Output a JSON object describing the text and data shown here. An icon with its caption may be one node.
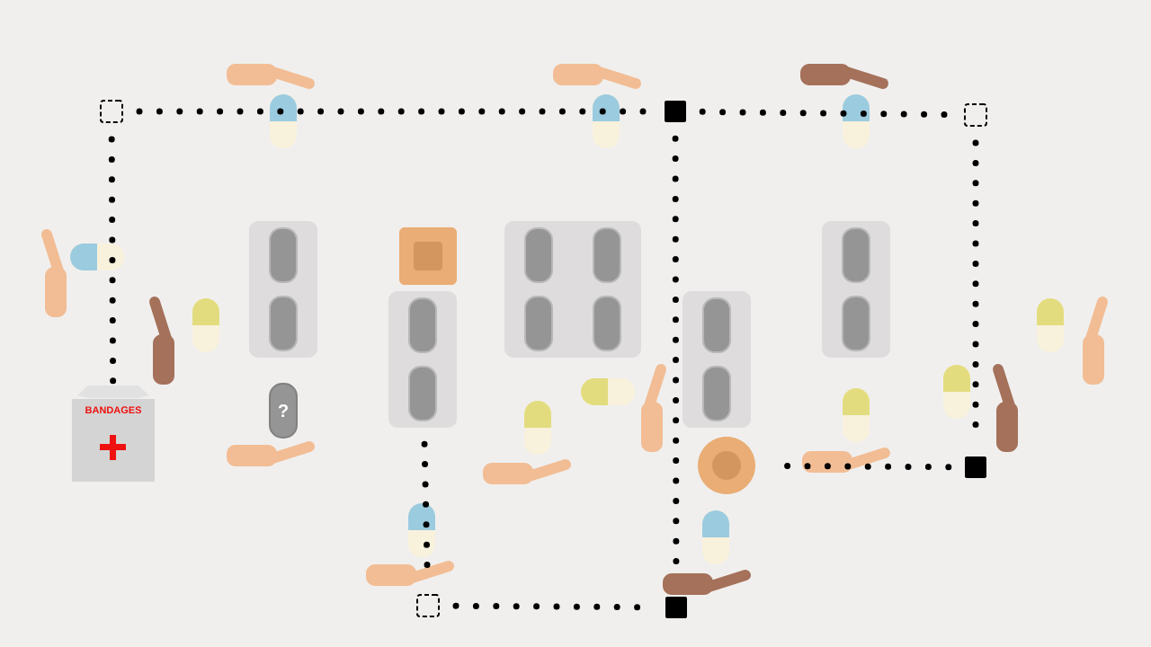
{
  "diagram": {
    "nodes": [
      {
        "text": [],
        "shape": "box"
      },
      {
        "text": [],
        "shape": "box"
      },
      {
        "text": [],
        "shape": "box"
      },
      {
        "text": [
          "BANDAGES"
        ]
      },
      {
        "text": [],
        "shape": "box"
      },
      {
        "text": [],
        "shape": "picture"
      },
      {
        "text": [],
        "shape": "picture"
      },
      {
        "text": [],
        "shape": "box"
      },
      {
        "text": [],
        "shape": "box"
      }
    ],
    "edges": [
      {
        "from": 0,
        "to": 1,
        "arrow": "none"
      },
      {
        "from": 1,
        "to": 2,
        "arrow": "none"
      },
      {
        "from": 0,
        "to": 3,
        "arrow": "none"
      },
      {
        "from": 2,
        "to": 4,
        "arrow": "none"
      },
      {
        "from": 4,
        "to": 5,
        "arrow": "none"
      },
      {
        "from": 1,
        "to": 8,
        "arrow": "none"
      },
      {
        "from": 6,
        "to": 7,
        "arrow": "none"
      },
      {
        "from": 7,
        "to": 8,
        "arrow": "none"
      }
    ],
    "labels": [
      "?"
    ]
  }
}
